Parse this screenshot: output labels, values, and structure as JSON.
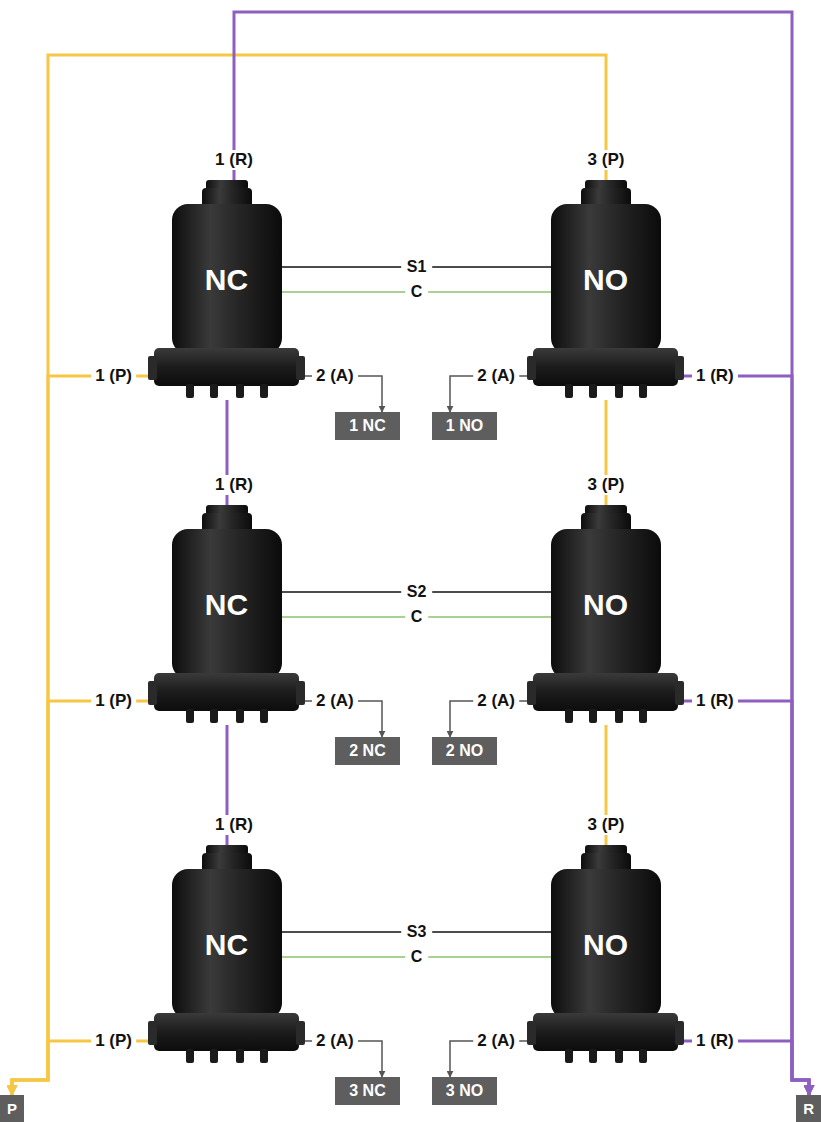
{
  "diagram": {
    "nodes": [
      {
        "text": [
          "NC"
        ]
      },
      {
        "text": [
          "NO"
        ]
      },
      {
        "text": [
          "1 NC"
        ]
      },
      {
        "text": [
          "1 NO"
        ]
      },
      {
        "text": [
          "NC"
        ]
      },
      {
        "text": [
          "NO"
        ]
      },
      {
        "text": [
          "2 NC"
        ]
      },
      {
        "text": [
          "2 NO"
        ]
      },
      {
        "text": [
          "NC"
        ]
      },
      {
        "text": [
          "NO"
        ]
      },
      {
        "text": [
          "P"
        ]
      },
      {
        "text": [
          "3 NC"
        ]
      },
      {
        "text": [
          "3 NO"
        ]
      },
      {
        "text": [
          "R"
        ]
      }
    ],
    "edges": [
      {
        "from": 0,
        "to": 2,
        "arrow": "to"
      },
      {
        "from": 1,
        "to": 3,
        "arrow": "to"
      },
      {
        "from": 0,
        "to": 1,
        "label": "S1",
        "arrow": "none"
      },
      {
        "from": 0,
        "to": 1,
        "label": "C",
        "arrow": "none"
      },
      {
        "from": 0,
        "to": 4,
        "arrow": "none"
      },
      {
        "from": 1,
        "to": 5,
        "arrow": "none"
      },
      {
        "from": 4,
        "to": 6,
        "arrow": "to"
      },
      {
        "from": 5,
        "to": 7,
        "arrow": "to"
      },
      {
        "from": 4,
        "to": 5,
        "label": "S2",
        "arrow": "none"
      },
      {
        "from": 4,
        "to": 5,
        "label": "C",
        "arrow": "none"
      },
      {
        "from": 4,
        "to": 8,
        "arrow": "none"
      },
      {
        "from": 5,
        "to": 9,
        "arrow": "none"
      },
      {
        "from": 8,
        "to": 11,
        "arrow": "to"
      },
      {
        "from": 9,
        "to": 12,
        "arrow": "to"
      },
      {
        "from": 8,
        "to": 9,
        "label": "S3",
        "arrow": "none"
      },
      {
        "from": 8,
        "to": 9,
        "label": "C",
        "arrow": "none"
      },
      {
        "from": 1,
        "to": 10,
        "arrow": "to"
      },
      {
        "from": 0,
        "to": 10,
        "arrow": "to"
      },
      {
        "from": 4,
        "to": 10,
        "arrow": "to"
      },
      {
        "from": 8,
        "to": 10,
        "arrow": "to"
      },
      {
        "from": 0,
        "to": 13,
        "arrow": "to"
      },
      {
        "from": 1,
        "to": 13,
        "arrow": "to"
      },
      {
        "from": 5,
        "to": 13,
        "arrow": "to"
      },
      {
        "from": 9,
        "to": 13,
        "arrow": "to"
      }
    ],
    "labels": [
      "1 (R)",
      "3 (P)",
      "1 (P)",
      "2 (A)",
      "2 (A)",
      "1 (R)",
      "1 (R)",
      "3 (P)",
      "1 (P)",
      "2 (A)",
      "2 (A)",
      "1 (R)",
      "1 (R)",
      "3 (P)",
      "1 (P)",
      "2 (A)",
      "2 (A)",
      "1 (R)"
    ]
  }
}
